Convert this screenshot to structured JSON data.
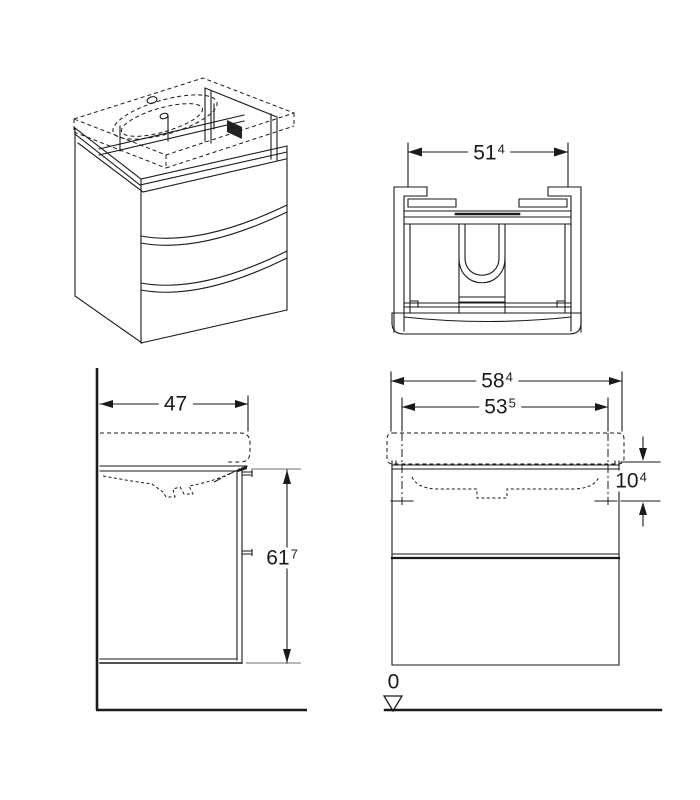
{
  "drawing": {
    "background": "#ffffff",
    "line_color": "#1a1a1a",
    "extension_line_color": "#8c8c8c"
  },
  "dimensions": {
    "top_width": {
      "base": "51",
      "sup": "4"
    },
    "side_depth": {
      "base": "47",
      "sup": ""
    },
    "side_height": {
      "base": "61",
      "sup": "7"
    },
    "front_total_width": {
      "base": "58",
      "sup": "4"
    },
    "front_cabinet_width": {
      "base": "53",
      "sup": "5"
    },
    "front_top_height": {
      "base": "10",
      "sup": "4"
    },
    "floor_datum": {
      "base": "0",
      "sup": ""
    }
  }
}
